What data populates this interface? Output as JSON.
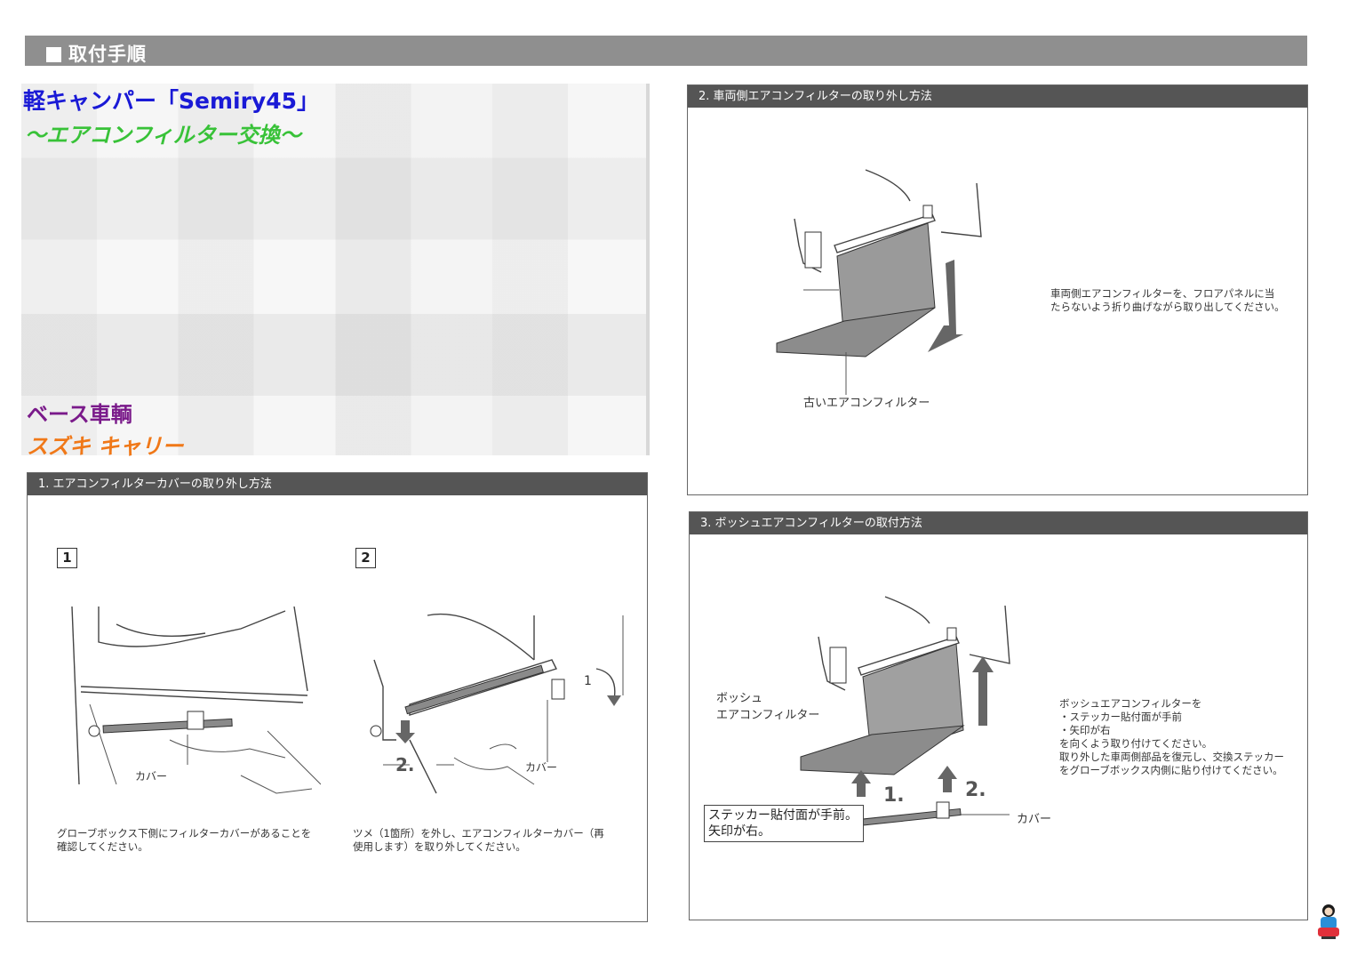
{
  "header": {
    "title": "取付手順"
  },
  "title_block": {
    "line1": "軽キャンパー「Semiry45」",
    "line2": "～エアコンフィルター交換～",
    "line3": "ベース車輌",
    "line4": "スズキ キャリー"
  },
  "section1": {
    "heading": "1.  エアコンフィルターカバーの取り外し方法",
    "step1": {
      "number": "1",
      "label_cover": "カバー",
      "note_line1": "グローブボックス下側にフィルターカバーがあることを",
      "note_line2": "確認してください。"
    },
    "step2": {
      "number": "2",
      "label_cover": "カバー",
      "label_2": "2.",
      "label_1": "1",
      "note_line1": "ツメ（1箇所）を外し、エアコンフィルターカバー（再",
      "note_line2": "使用します）を取り外してください。"
    }
  },
  "section2": {
    "heading": "2.  車両側エアコンフィルターの取り外し方法",
    "label_old": "古いエアコンフィルター",
    "note_line1": "車両側エアコンフィルターを、フロアパネルに当",
    "note_line2": "たらないよう折り曲げながら取り出してください。"
  },
  "section3": {
    "heading": "3.  ボッシュエアコンフィルターの取付方法",
    "label_bosch_line1": "ボッシュ",
    "label_bosch_line2": "エアコンフィルター",
    "label_cover": "カバー",
    "label_1": "1.",
    "label_2": "2.",
    "callout_line1": "ステッカー貼付面が手前。",
    "callout_line2": "矢印が右。",
    "notes": [
      "ボッシュエアコンフィルターを",
      "・ステッカー貼付面が手前",
      "・矢印が右",
      "を向くよう取り付けてください。",
      "取り外した車両側部品を復元し、交換ステッカー",
      "をグローブボックス内側に貼り付けてください。"
    ]
  },
  "colors": {
    "header_bar": "#8f8f8f",
    "panel_header": "#555555",
    "title_blue": "#1a1ad6",
    "title_green": "#38c238",
    "title_purple": "#7a1a8a",
    "title_orange": "#f07818"
  },
  "icons": [
    "filter-diagram",
    "arrow-icon",
    "mascot-logo-icon"
  ]
}
